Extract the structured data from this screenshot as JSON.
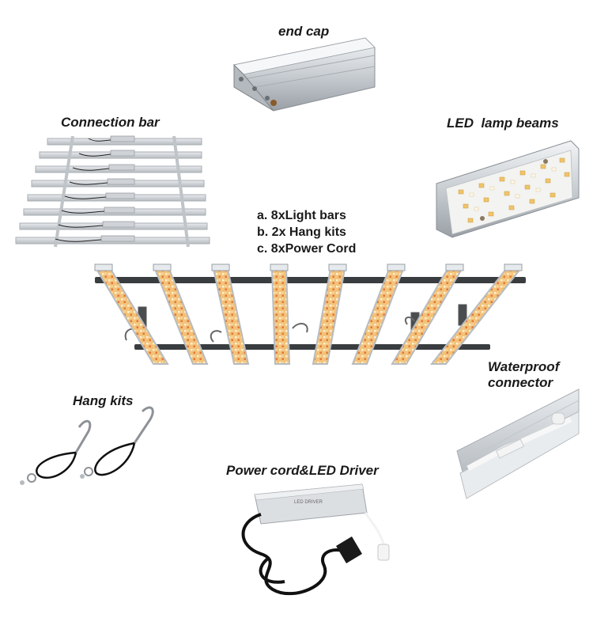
{
  "labels": {
    "end_cap": "end cap",
    "connection_bar": "Connection bar",
    "led_lamp_beams": "LED  lamp beams",
    "waterproof_line1": "Waterproof",
    "waterproof_line2": "connector",
    "hang_kits": "Hang kits",
    "power_cord": "Power cord&LED Driver"
  },
  "kit_contents": [
    "a. 8xLight bars",
    "b. 2x Hang kits",
    "c. 8xPower Cord"
  ],
  "driver_label": "LED DRIVER",
  "colors": {
    "aluminum": "#d4d8dc",
    "aluminum_dark": "#9aa0a6",
    "led_warm": "#f0b860",
    "led_red": "#d9503a",
    "led_white": "#fff4d8",
    "cable": "#1a1a1a"
  }
}
